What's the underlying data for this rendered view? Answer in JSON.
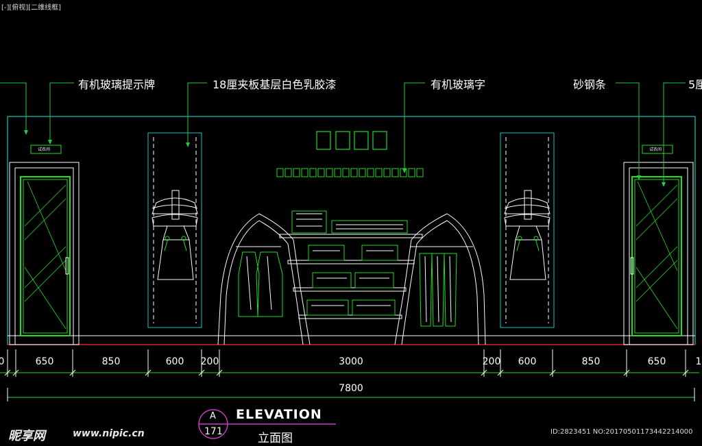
{
  "viewport_label": "[-][俯视][二维线框]",
  "callouts": {
    "left_cut": "",
    "acrylic_sign": "有机玻璃提示牌",
    "plywood_paint": "18厘夹板基层白色乳胶漆",
    "acrylic_letters": "有机玻璃字",
    "sand_steel": "砂钢条",
    "right_cut": "5厘"
  },
  "fitting_room_sign": "试衣间",
  "dimensions": {
    "segments": [
      "0",
      "650",
      "850",
      "600",
      "200",
      "3000",
      "200",
      "600",
      "850",
      "650",
      "1"
    ],
    "total": "7800"
  },
  "title_block": {
    "letter": "A",
    "sheet": "171",
    "title": "ELEVATION",
    "subtitle": "立面图"
  },
  "watermark": {
    "logo": "昵享网",
    "url": "www.nipic.cn",
    "id": "ID:2823451 NO:20170501173442214000"
  },
  "colors": {
    "background": "#000000",
    "outline_cyan": "#19c3c3",
    "glass_green": "#22dd22",
    "leader_green": "#22cc44",
    "floor_red": "#d01818",
    "linework_white": "#ffffff"
  }
}
